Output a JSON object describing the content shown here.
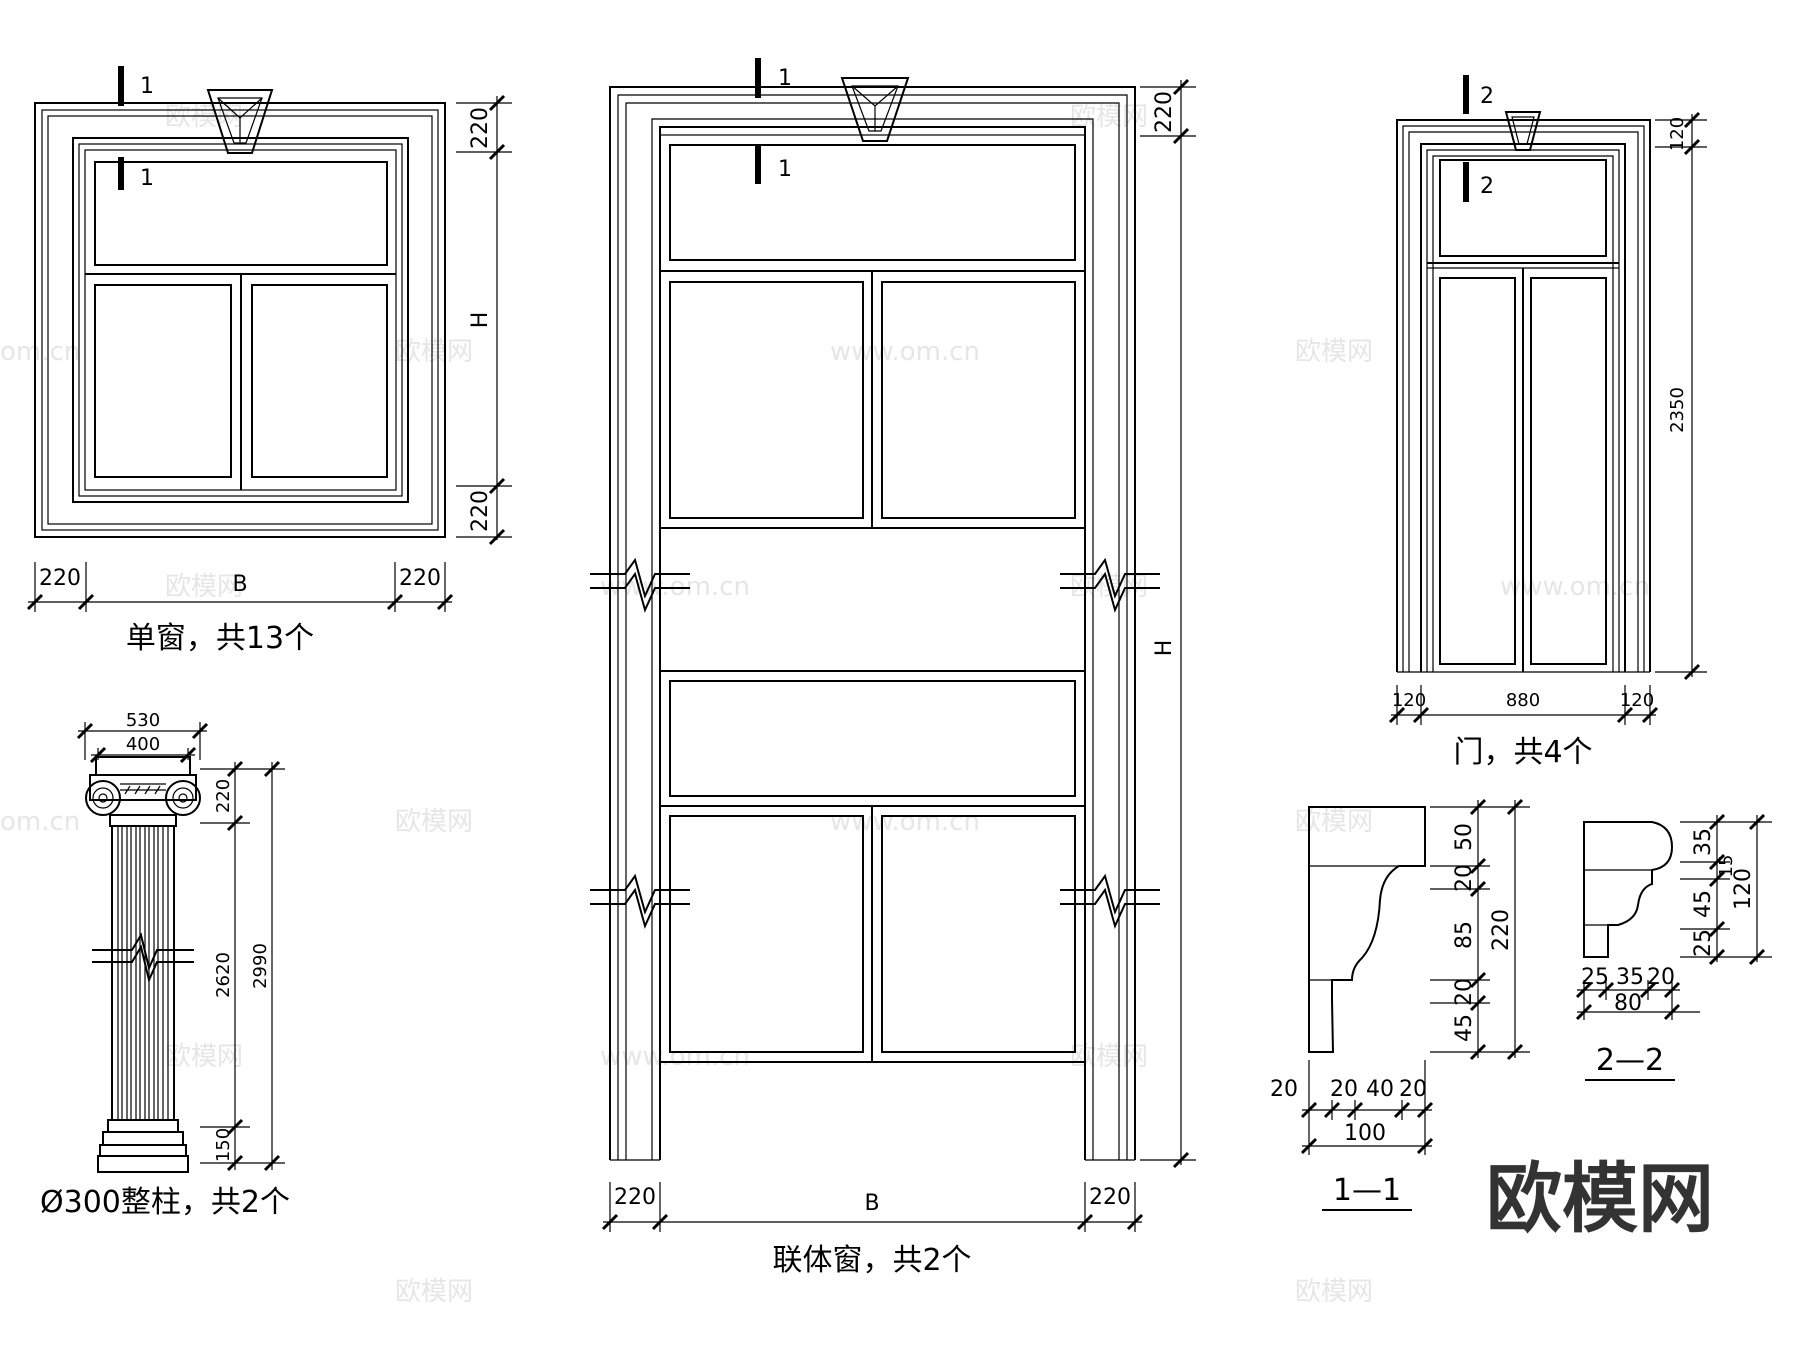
{
  "single_window": {
    "caption": "单窗，共13个",
    "section_mark": "1",
    "dims": {
      "top": "220",
      "height": "H",
      "bottom": "220",
      "left": "220",
      "width": "B",
      "right": "220"
    }
  },
  "joint_window": {
    "caption": "联体窗，共2个",
    "section_mark": "1",
    "dims": {
      "top": "220",
      "height": "H",
      "left": "220",
      "width": "B",
      "right": "220"
    }
  },
  "door": {
    "caption": "门，共4个",
    "section_mark": "2",
    "dims": {
      "top": "120",
      "height": "2350",
      "left": "120",
      "width": "880",
      "right": "120"
    }
  },
  "column": {
    "caption": "Ø300整柱，共2个",
    "dims": {
      "top_outer": "530",
      "top_inner": "400",
      "capital": "220",
      "shaft": "2620",
      "total": "2990",
      "base": "150"
    }
  },
  "section_1_1": {
    "title": "1—1",
    "vdims": [
      "50",
      "20",
      "85",
      "20",
      "45"
    ],
    "total": "220",
    "hdims": [
      "20",
      "20",
      "40",
      "20"
    ],
    "hdims_total": "100"
  },
  "section_2_2": {
    "title": "2—2",
    "vdims": [
      "35",
      "15",
      "45",
      "25"
    ],
    "total": "120",
    "hdims": [
      "25",
      "35",
      "20"
    ],
    "hdims_total": "80"
  },
  "watermark": {
    "brand": "欧模网",
    "url": "www.om.cn",
    "short": "om.cn"
  }
}
